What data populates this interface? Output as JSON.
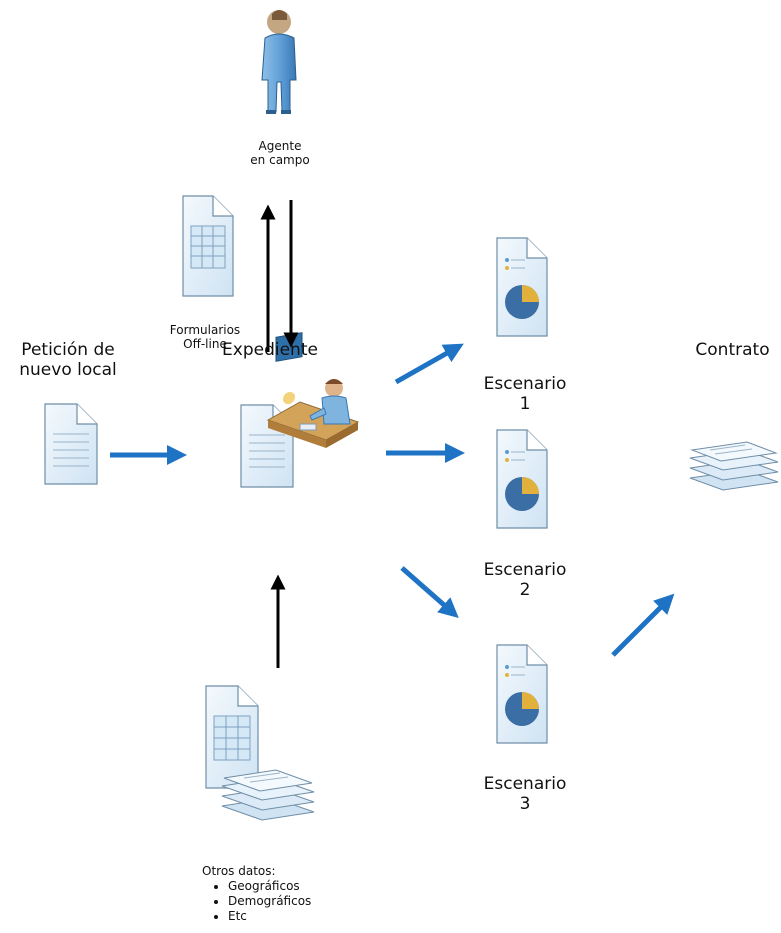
{
  "nodes": {
    "agente": {
      "line1": "Agente",
      "line2": "en campo"
    },
    "formularios": {
      "line1": "Formularios",
      "line2": "Off-line"
    },
    "peticion": {
      "line1": "Petición de",
      "line2": "nuevo local"
    },
    "expediente": {
      "label": "Expediente"
    },
    "escenario1": {
      "line1": "Escenario",
      "line2": "1"
    },
    "escenario2": {
      "line1": "Escenario",
      "line2": "2"
    },
    "escenario3": {
      "line1": "Escenario",
      "line2": "3"
    },
    "contrato": {
      "label": "Contrato"
    },
    "otros": {
      "title": "Otros datos:",
      "items": [
        "Geográficos",
        "Demográficos",
        "Etc"
      ]
    }
  },
  "colors": {
    "arrow_blue": "#1f73c4",
    "arrow_black": "#000000",
    "doc_fill": "#e4f1fb",
    "doc_stroke": "#6f8ea8",
    "person_blue": "#5b9bd5",
    "pie_blue": "#3a6ea5",
    "pie_yellow": "#e2b13c"
  },
  "icons": [
    "person-icon",
    "spreadsheet-doc-icon",
    "document-icon",
    "worker-at-desk-icon",
    "pie-chart-doc-icon",
    "document-stack-icon"
  ]
}
